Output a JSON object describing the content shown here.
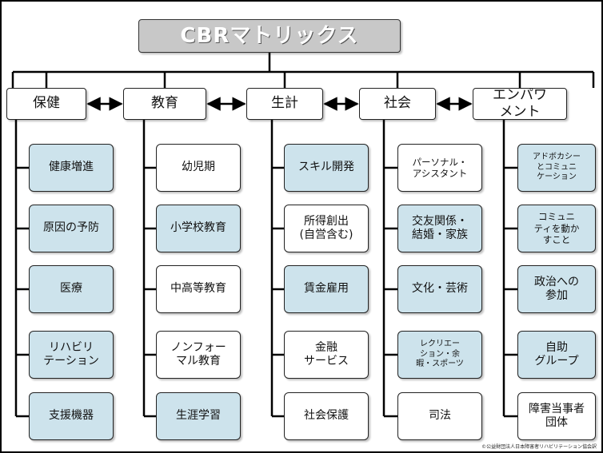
{
  "title": "CBRマトリックス",
  "columns": [
    {
      "heading": "保健",
      "items": [
        {
          "label": "健康増進",
          "highlight": true
        },
        {
          "label": "原因の予防",
          "highlight": true
        },
        {
          "label": "医療",
          "highlight": true
        },
        {
          "label": "リハビリ\nテーション",
          "highlight": true
        },
        {
          "label": "支援機器",
          "highlight": true
        }
      ]
    },
    {
      "heading": "教育",
      "items": [
        {
          "label": "幼児期",
          "highlight": false
        },
        {
          "label": "小学校教育",
          "highlight": true
        },
        {
          "label": "中高等教育",
          "highlight": false
        },
        {
          "label": "ノンフォー\nマル教育",
          "highlight": false
        },
        {
          "label": "生涯学習",
          "highlight": true
        }
      ]
    },
    {
      "heading": "生計",
      "items": [
        {
          "label": "スキル開発",
          "highlight": true
        },
        {
          "label": "所得創出\n(自営含む)",
          "highlight": false
        },
        {
          "label": "賃金雇用",
          "highlight": true
        },
        {
          "label": "金融\nサービス",
          "highlight": false
        },
        {
          "label": "社会保護",
          "highlight": false
        }
      ]
    },
    {
      "heading": "社会",
      "items": [
        {
          "label": "パーソナル・\nアシスタント",
          "highlight": false
        },
        {
          "label": "交友関係・\n結婚・家族",
          "highlight": true
        },
        {
          "label": "文化・芸術",
          "highlight": true
        },
        {
          "label": "レクリエー\nション・余\n暇・スポーツ",
          "highlight": true
        },
        {
          "label": "司法",
          "highlight": false
        }
      ]
    },
    {
      "heading": "エンパワ\nメント",
      "items": [
        {
          "label": "アドボカシー\nとコミュニ\nケーション",
          "highlight": true
        },
        {
          "label": "コミュニ\nティを動か\nすこと",
          "highlight": true
        },
        {
          "label": "政治への\n参加",
          "highlight": true
        },
        {
          "label": "自助\nグループ",
          "highlight": true
        },
        {
          "label": "障害当事者\n団体",
          "highlight": false
        }
      ]
    }
  ],
  "colors": {
    "highlight": "#cde3ec",
    "plain": "#ffffff",
    "title_bg": "#c8c8c8"
  },
  "credit": "©公益財団法人日本障害者リハビリテーション協会訳"
}
